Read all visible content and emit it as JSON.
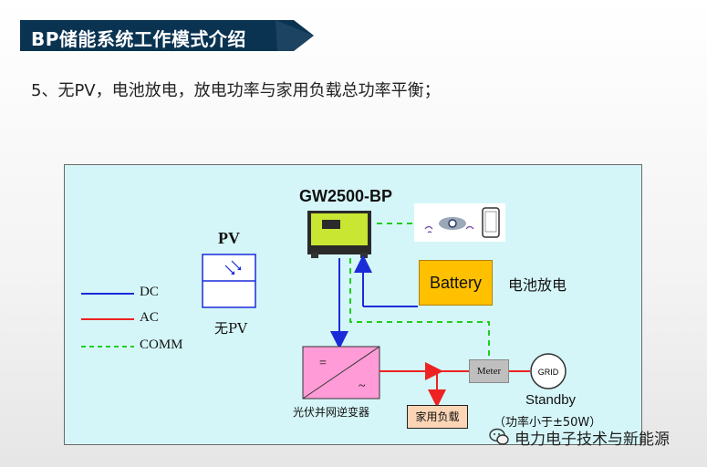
{
  "header": {
    "title": "BP储能系统工作模式介绍"
  },
  "subtitle": "5、无PV，电池放电，放电功率与家用负载总功率平衡；",
  "diagram": {
    "inverter_model": "GW2500-BP",
    "pv_label": "PV",
    "no_pv_label": "无PV",
    "battery_label": "Battery",
    "battery_discharge_label": "电池放电",
    "grid_inverter_label": "光伏并网逆变器",
    "inverter_symbol_top": "=",
    "inverter_symbol_bottom": "~",
    "load_label": "家用负载",
    "meter_label": "Meter",
    "grid_label": "GRID",
    "standby_label": "Standby",
    "power_note": "（功率小于±50W）",
    "legend": [
      {
        "label": "DC",
        "color": "#1a2bd8",
        "style": "solid"
      },
      {
        "label": "AC",
        "color": "#ee2222",
        "style": "solid"
      },
      {
        "label": "COMM",
        "color": "#22cc22",
        "style": "dashed"
      }
    ]
  },
  "colors": {
    "dc": "#1a2bd8",
    "ac": "#ee2222",
    "comm": "#22cc22",
    "title_bg": "#0a3352",
    "battery": "#ffc000"
  },
  "watermark": {
    "text": "电力电子技术与新能源",
    "icon": "wechat-icon"
  }
}
